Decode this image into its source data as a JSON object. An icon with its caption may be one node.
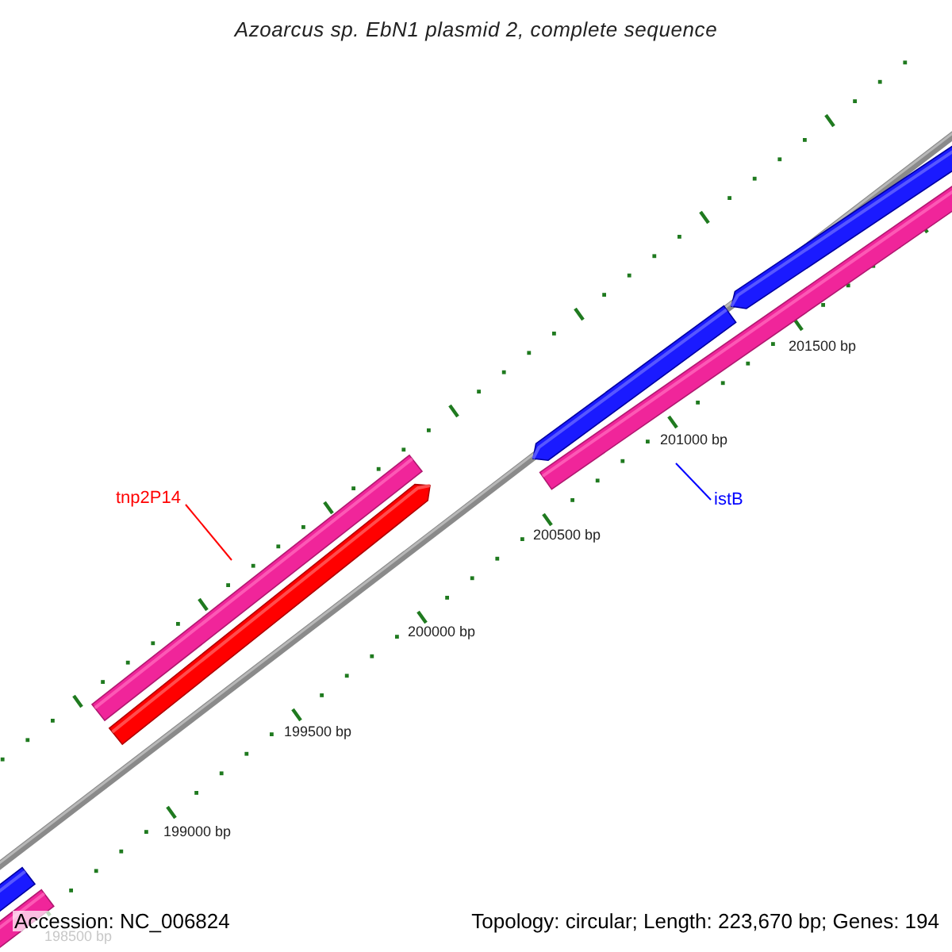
{
  "diagram": {
    "title": "Azoarcus sp. EbN1 plasmid 2, complete sequence",
    "nodes": [
      {
        "text": [
          "tnp2P14"
        ]
      },
      {
        "text": [
          "istB"
        ]
      }
    ],
    "edges": [
      {
        "from": 0,
        "to": null,
        "arrow": "none",
        "color": "#ff0000"
      },
      {
        "from": 1,
        "to": null,
        "arrow": "none",
        "color": "#0000ff"
      }
    ],
    "labels": [
      "201500 bp",
      "201000 bp",
      "200500 bp",
      "200000 bp",
      "199500 bp",
      "199000 bp",
      "Accession: NC_006824",
      "Topology: circular; Length: 223,670 bp; Genes: 194",
      "198500 bp"
    ]
  }
}
